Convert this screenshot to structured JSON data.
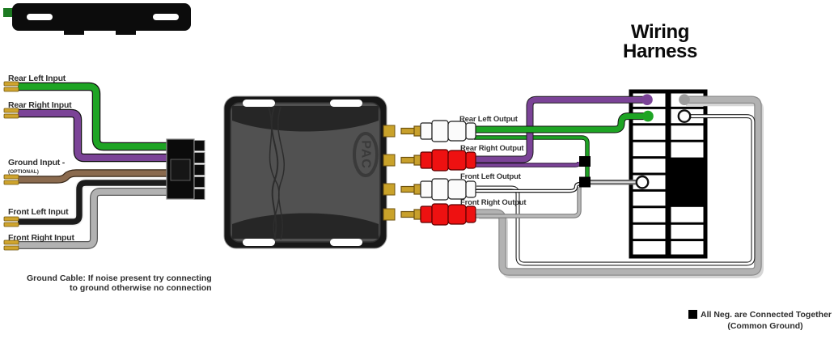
{
  "title": {
    "line1": "Wiring",
    "line2": "Harness"
  },
  "colors": {
    "green": "#1ea424",
    "purple": "#7b4397",
    "brown": "#8a6a4e",
    "black_wire": "#1c1c1c",
    "gray": "#b2b2b2",
    "gold": "#cfa42d",
    "rca_red": "#ee1111",
    "rca_white": "#fbfbfb"
  },
  "inputs": {
    "items": [
      {
        "label": "Rear Left Input",
        "color": "#1ea424"
      },
      {
        "label": "Rear Right Input",
        "color": "#7b4397"
      },
      {
        "label": "Ground Input -",
        "sublabel": "(OPTIONAL)",
        "color": "#8a6a4e"
      },
      {
        "label": "Front Left Input",
        "color": "#1c1c1c"
      },
      {
        "label": "Front Right Input",
        "color": "#b2b2b2"
      }
    ]
  },
  "device": {
    "brand": "PAC"
  },
  "outputs": {
    "items": [
      {
        "label": "Rear Left Output",
        "plug_color": "#fbfbfb",
        "wire_color": "#1ea424"
      },
      {
        "label": "Rear Right Output",
        "plug_color": "#ee1111",
        "wire_color": "#7b4397"
      },
      {
        "label": "Front Left Output",
        "plug_color": "#fbfbfb",
        "wire_color": "#ffffff"
      },
      {
        "label": "Front Right Output",
        "plug_color": "#ee1111",
        "wire_color": "#b2b2b2"
      }
    ]
  },
  "harness": {
    "left_column_rows": 10,
    "right_column_rows": 10,
    "right_column_black_block_rows": "5-7",
    "connections": [
      {
        "position": "left-row-1",
        "marker": "filled-dot",
        "color": "#7b4397",
        "wire": "Rear Right Output"
      },
      {
        "position": "left-row-2",
        "marker": "filled-dot",
        "color": "#1ea424",
        "wire": "Rear Left Output"
      },
      {
        "position": "left-row-6",
        "marker": "open-circle",
        "color": "#ffffff",
        "wire": "Common Ground"
      },
      {
        "position": "right-row-1",
        "marker": "filled-dot",
        "color": "#9c9c9c",
        "wire": "Front Right Output"
      },
      {
        "position": "right-row-2",
        "marker": "open-circle",
        "color": "#ffffff",
        "wire": "Front Left Output"
      }
    ]
  },
  "notes": {
    "line1": "Ground Cable: If noise present try connecting",
    "line2": "to ground otherwise no connection"
  },
  "legend": {
    "symbol": "black-square",
    "line1": "All Neg. are Connected Together",
    "line2": "(Common Ground)"
  }
}
